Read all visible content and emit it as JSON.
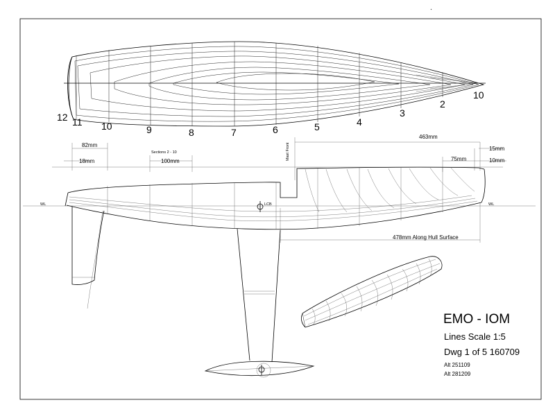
{
  "plan_view": {
    "station_labels": [
      "12",
      "11",
      "10",
      "9",
      "8",
      "7",
      "6",
      "5",
      "4",
      "3",
      "2",
      "10"
    ]
  },
  "profile_view": {
    "dimensions": {
      "d82": "82mm",
      "d18": "18mm",
      "sections_label": "Sections 2 - 10",
      "d100": "100mm",
      "mast_front": "Mast Front",
      "d463": "463mm",
      "d15": "15mm",
      "d75": "75mm",
      "d10": "10mm",
      "hull_surface": "478mm Along Hull Surface",
      "lcb": "LCB"
    },
    "waterline_left": "WL",
    "waterline_right": "WL"
  },
  "title_block": {
    "title": "EMO - IOM",
    "lines_scale": "Lines   Scale 1:5",
    "drawing_no": "Dwg 1 of 5  160709",
    "alt1": "Alt 251109",
    "alt2": "Alt 281209"
  }
}
